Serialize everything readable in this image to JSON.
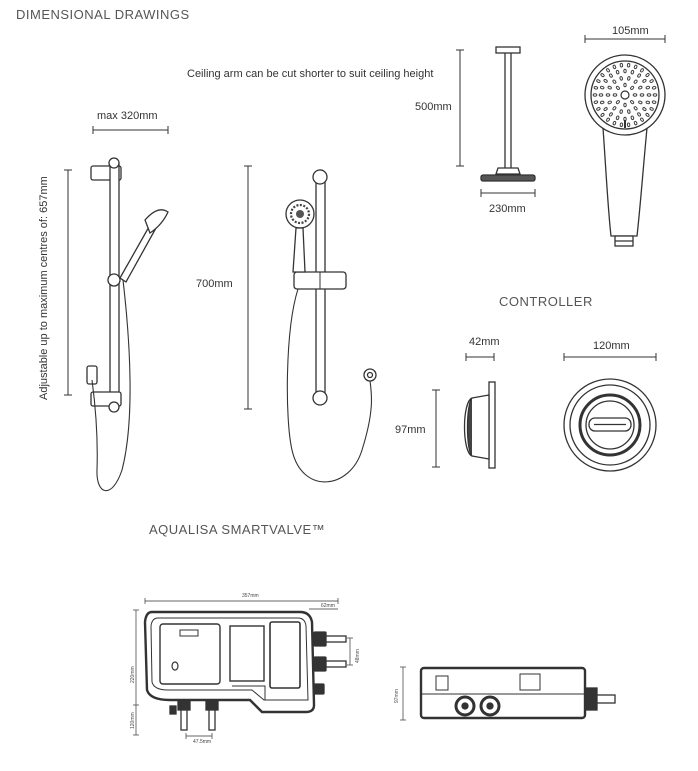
{
  "headings": {
    "dimensional": "DIMENSIONAL DRAWINGS",
    "controller": "CONTROLLER",
    "smartvalve": "AQUALISA SMARTVALVE™"
  },
  "notes": {
    "ceiling_arm": "Ceiling arm can be cut shorter to suit ceiling height",
    "adjustable": "Adjustable up to maximum centres of: 657mm"
  },
  "dims": {
    "rail_width": "max 320mm",
    "rail_height": "700mm",
    "arm_length": "500mm",
    "rose_width": "230mm",
    "handset_width": "105mm",
    "controller_depth": "42mm",
    "controller_height": "97mm",
    "controller_diameter": "120mm",
    "valve_width": "357mm",
    "valve_side": "62mm",
    "valve_height": "220mm",
    "valve_port_gap": "48mm",
    "valve_bottom": "120mm",
    "valve_outlet": "47.5mm",
    "valve_depth": "97mm"
  }
}
